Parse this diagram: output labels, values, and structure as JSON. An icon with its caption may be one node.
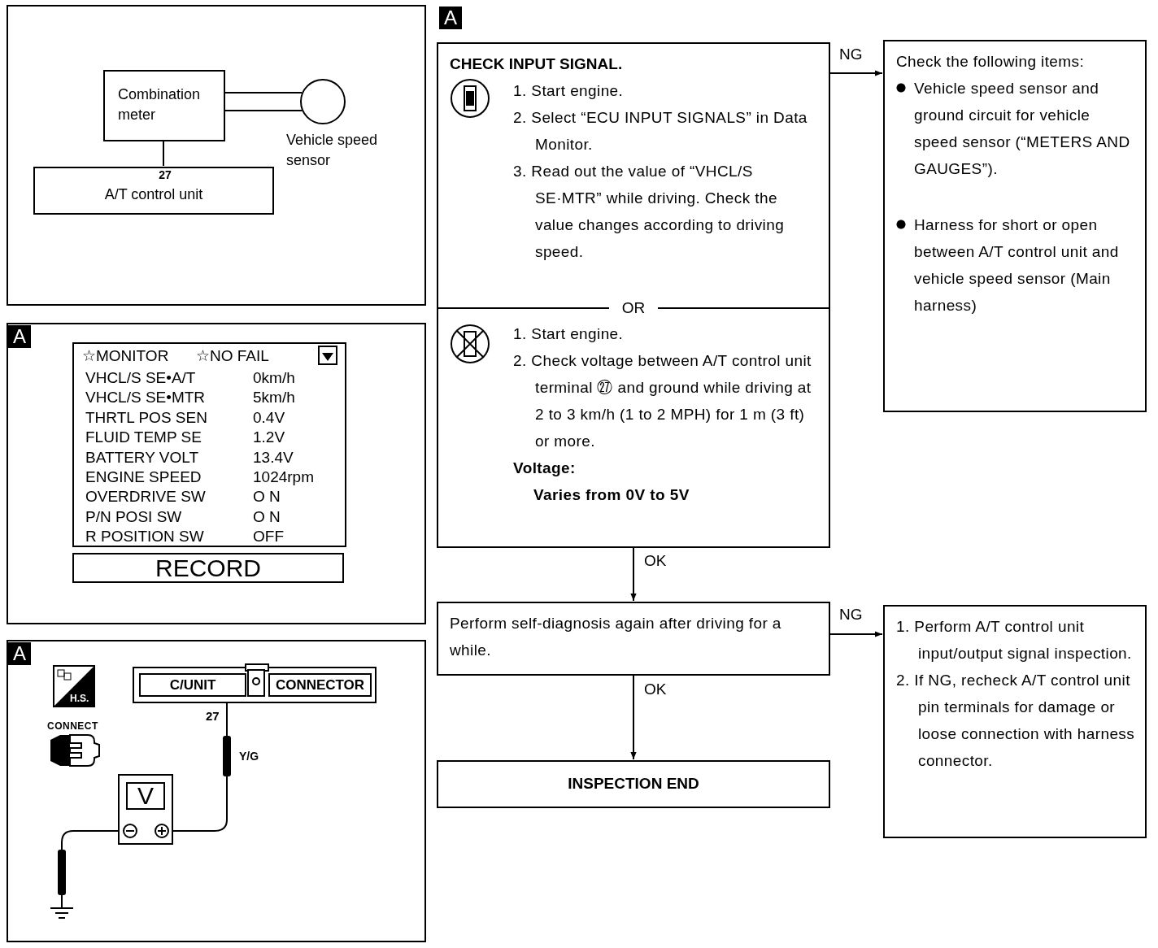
{
  "diagram": {
    "nodes": [
      {
        "text": [
          "Combination meter"
        ]
      },
      {
        "text": [],
        "shape": "circle",
        "beside": [
          "Vehicle speed sensor"
        ]
      },
      {
        "text": [
          "27",
          "A/T control unit"
        ]
      },
      {
        "text": [
          "☆MONITOR",
          "☆NO FAIL",
          "VHCL/S SE•A/T",
          "0km/h",
          "VHCL/S SE•MTR",
          "5km/h",
          "THRTL POS SEN",
          "0.4V",
          "FLUID TEMP SE",
          "1.2V",
          "BATTERY VOLT",
          "13.4V",
          "ENGINE SPEED",
          "1024rpm",
          "OVERDRIVE SW",
          "O N",
          "P/N POSI SW",
          "O N",
          "R POSITION SW",
          "OFF"
        ]
      },
      {
        "text": [
          "RECORD"
        ]
      },
      {
        "text": [
          "C/UNIT",
          "CONNECTOR"
        ],
        "beside": [
          "27"
        ]
      },
      {
        "text": [
          "V"
        ]
      },
      {
        "text": [],
        "shape": "ground"
      },
      {
        "text": [
          "CHECK INPUT SIGNAL.",
          "1. Start engine.",
          "2. Select “ECU INPUT SIGNALS” in Data Monitor.",
          "3. Read out the value of “VHCL/S SE·MTR” while driving. Check the value changes according to driving speed.",
          "OR",
          "1. Start engine.",
          "2. Check voltage between A/T control unit terminal ㉗ and ground while driving at 2 to 3 km/h (1 to 2 MPH) for 1 m (3 ft) or more.",
          "Voltage:",
          "Varies from 0V to 5V"
        ]
      },
      {
        "text": [
          "Check the following items:",
          "Vehicle speed sensor and ground circuit for vehicle speed sensor (“METERS AND GAUGES”).",
          "Harness for short or open between A/T control unit and vehicle speed sensor (Main harness)"
        ]
      },
      {
        "text": [
          "Perform self-diagnosis again after driving for a while."
        ]
      },
      {
        "text": [
          "1. Perform A/T control unit input/output signal inspection.",
          "2. If NG, recheck A/T control unit pin terminals for damage or loose connection with harness connector."
        ]
      },
      {
        "text": [
          "INSPECTION END"
        ]
      }
    ],
    "edges": [
      {
        "from": 0,
        "to": 1,
        "arrow": "none"
      },
      {
        "from": 0,
        "to": 1,
        "arrow": "none"
      },
      {
        "from": 0,
        "to": 2,
        "arrow": "none"
      },
      {
        "from": 5,
        "to": 6,
        "arrow": "none",
        "label": "Y/G"
      },
      {
        "from": 6,
        "to": 7,
        "arrow": "none"
      },
      {
        "from": 8,
        "to": 9,
        "arrow": "to",
        "label": "NG"
      },
      {
        "from": 8,
        "to": 10,
        "arrow": "to",
        "label": "OK"
      },
      {
        "from": 10,
        "to": 11,
        "arrow": "to",
        "label": "NG"
      },
      {
        "from": 10,
        "to": 12,
        "arrow": "to",
        "label": "OK"
      }
    ],
    "labels": [
      "A",
      "A",
      "H.S.",
      "CONNECT",
      "A"
    ]
  }
}
